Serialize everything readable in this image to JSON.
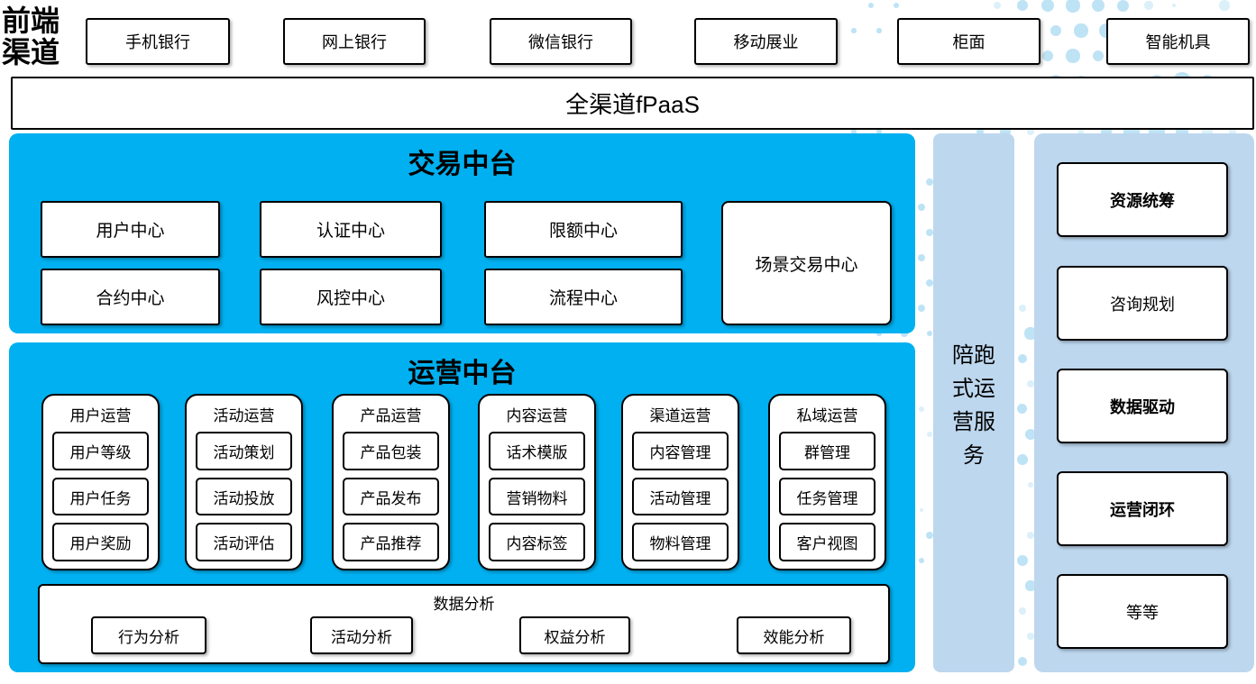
{
  "front_channels": {
    "label": "前端渠道",
    "channels": [
      "手机银行",
      "网上银行",
      "微信银行",
      "移动展业",
      "柜面",
      "智能机具"
    ]
  },
  "fpaas_bar": {
    "label": "全渠道fPaaS"
  },
  "trade_platform": {
    "title": "交易中台",
    "centers_row1": [
      "用户中心",
      "认证中心",
      "限额中心"
    ],
    "centers_row2": [
      "合约中心",
      "风控中心",
      "流程中心"
    ],
    "scenario_center": "场景交易中心"
  },
  "operation_platform": {
    "title": "运营中台",
    "columns": [
      {
        "title": "用户运营",
        "items": [
          "用户等级",
          "用户任务",
          "用户奖励"
        ]
      },
      {
        "title": "活动运营",
        "items": [
          "活动策划",
          "活动投放",
          "活动评估"
        ]
      },
      {
        "title": "产品运营",
        "items": [
          "产品包装",
          "产品发布",
          "产品推荐"
        ]
      },
      {
        "title": "内容运营",
        "items": [
          "话术模版",
          "营销物料",
          "内容标签"
        ]
      },
      {
        "title": "渠道运营",
        "items": [
          "内容管理",
          "活动管理",
          "物料管理"
        ]
      },
      {
        "title": "私域运营",
        "items": [
          "群管理",
          "任务管理",
          "客户视图"
        ]
      }
    ],
    "data_analysis": {
      "title": "数据分析",
      "items": [
        "行为分析",
        "活动分析",
        "权益分析",
        "效能分析"
      ]
    }
  },
  "side_service": {
    "label": "陪跑式运营服务"
  },
  "right_panel": {
    "items": [
      {
        "label": "资源统筹",
        "bold": true
      },
      {
        "label": "咨询规划",
        "bold": false
      },
      {
        "label": "数据驱动",
        "bold": true
      },
      {
        "label": "运营闭环",
        "bold": true
      },
      {
        "label": "等等",
        "bold": false
      }
    ]
  },
  "colors": {
    "primary_blue": "#00B0F0",
    "light_blue": "#BDD7EE",
    "dot_strong": "#BEE3F5",
    "dot_soft": "#DCF0FA"
  }
}
